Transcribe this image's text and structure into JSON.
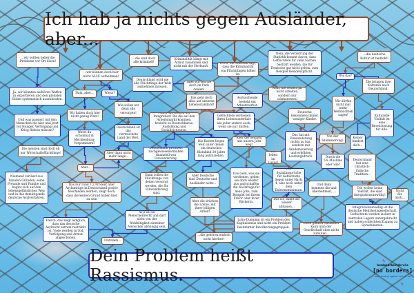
{
  "headline": "Ich hab ja nichts gegen Ausländer, aber...",
  "footline": "Dein Problem heißt Rassismus.",
  "logo": {
    "org_line1": "bundesarbeitskreis",
    "org_line2": "[no borders]",
    "url": "www.linksjugend-solid.de"
  },
  "colors": {
    "brown": "#9a4a2a",
    "blue": "#1f2fb0",
    "sky": "#5fb8e4"
  },
  "nodes": [
    {
      "kind": "b",
      "text": "...wir sollten lieber die Probleme vor Ort lösen!"
    },
    {
      "kind": "u",
      "text": "Ja, wir könnten aufhören Waffen zu exportieren und den globalen Süden systematisch auszubeuten."
    },
    {
      "kind": "u",
      "text": "Und was passiert mit den Menschen die hier und jetzt vor Hunger, Verfolgung und Krieg fliehen müssen?"
    },
    {
      "kind": "b",
      "text": "Naja, aber..."
    },
    {
      "kind": "u",
      "text": "Wieso?"
    },
    {
      "kind": "b",
      "text": "...wir können doch hier nicht ALLE aufnehmen!"
    },
    {
      "kind": "b",
      "text": "Wir haben doch hier nicht genug Platz!"
    },
    {
      "kind": "b",
      "text": "Wie sollen wir denn alle versorgen!"
    },
    {
      "kind": "u",
      "text": "Warst du schonmal in Mecklenburg-Vorpommern?"
    },
    {
      "kind": "u",
      "text": "Deutschland ist das viertreichste Land der Welt."
    },
    {
      "kind": "b",
      "text": "Die meisten sind doch eh nur Wirtschaftsflüchtlinge!"
    },
    {
      "kind": "b",
      "text": "Aber dann nicht mehr lange..."
    },
    {
      "kind": "b",
      "text": "Aber..."
    },
    {
      "kind": "u",
      "text": "Niemand verlässt aus banalen Gründen, seine Freunde und Familie und begibt sich auf den lebensgefährlichen Weg und in das demütigende deutsche Asylverfahren."
    },
    {
      "kind": "b",
      "text": "Das nur rund 1,2 Prozent aller Asylanträge in Deutschland positiv beschieden werden, zeigt doch, dass die keinen Grund haben hier zu sein"
    },
    {
      "kind": "u",
      "text": "Falsch, das zeigt lediglich, dass das deutsche Asylrecht extrem restriktiv ist. Viele werden in Tod, Verfolgung und Armut abgeschoben."
    },
    {
      "kind": "b",
      "text": "Trotzdem..."
    },
    {
      "kind": "u",
      "text": "Asyl ist ein Menschenrecht und darf nicht von der Wohltätigkeit einzelner Menschen abhängig sein."
    },
    {
      "kind": "b",
      "text": "...die sind doch alle kriminell!"
    },
    {
      "kind": "u",
      "text": "Kriminalität hängt mit Armut zusammen und nicht mit der Herkunft."
    },
    {
      "kind": "b",
      "text": "Doch, die Statistik sagt, dass die Kriminalität von Flüchtlingen höher ist."
    },
    {
      "kind": "u",
      "text": "Deutschland wird nie alle Flüchtlinge der Welt aufnehmen müssen."
    },
    {
      "kind": "b",
      "text": "Aber ich seh die doch im Park dealen!"
    },
    {
      "kind": "b",
      "text": "Das geht doch alles auf unseren Lebensstandard!"
    },
    {
      "kind": "b",
      "text": "...aber die Kosten der Integration! Bis die auf den Arbeitsmarkt kommen, braucht es Deutschkurse, Ausbildung und Sozialleistungen."
    },
    {
      "kind": "u",
      "text": "Deutschland profitiert nachgewiesenermaßen finanziell von Einwanderung."
    },
    {
      "kind": "u",
      "text": "Die Kosten liegen weit unter denen ein deutsches Kleinkind 20 Jahre lang aufzuziehen."
    },
    {
      "kind": "b",
      "text": "Dann sollen die Flüchtlinge von denen versorgt werden, die für Einwanderung sind."
    },
    {
      "kind": "b",
      "text": "Aber Deutsche sind Deutsche und Ausländer nicht..."
    },
    {
      "kind": "b",
      "text": "Aber die drücken die Löhne, mit ihrer billigen Arbeit!"
    },
    {
      "kind": "b",
      "text": "...die gehören einfach nicht hierher!"
    },
    {
      "kind": "u",
      "text": "Lohn-Dumping ist ein Problem des Kapitalismus und nicht ein Problem bestimmter Bevölkerungsgruppen."
    },
    {
      "kind": "u",
      "text": "Für Asylsuchende besteht ein Arbeitsverbot."
    },
    {
      "kind": "u",
      "text": "Geflüchtete verdienen ihren Lebensunterhalt wie jeder andere auch, wenn sie nur dürfen."
    },
    {
      "kind": "b",
      "text": "Aber die nehmen uns unsere Jobs weg!"
    },
    {
      "kind": "b",
      "text": "Die leben im Luxus!"
    },
    {
      "kind": "u",
      "text": "Das Geld, was sie verdienen, geben sie doch wieder aus und schaffen die Nachfrage für neue Jobs, zum Beispiel bei ihrem Frisör oder ihrer Bäckerin."
    },
    {
      "kind": "u",
      "text": "Die Sozialansprüche für Geflüchtete liegen unter Hartz 4, also noch unter dem Existenzminimum."
    },
    {
      "kind": "b",
      "text": "Das ist, damit die wieder abhauen..."
    },
    {
      "kind": "u",
      "text": "Nein, die Verzerrung der Statistik kommt davon, dass Geflüchtete für viele Sachen bestraft werden, die für Deutsche gar nicht gelten, zum Beispiel Residenzpflicht."
    },
    {
      "kind": "b",
      "text": "Nein, die wollen gar nicht arbeiten, sondern nur schmarotzen!"
    },
    {
      "kind": "b",
      "text": "Deutsche bekommen immer weniger Kinder."
    },
    {
      "kind": "u",
      "text": "Das hat mit Einwanderung nichts zu tun, sondern mit Akademisierung und erhöhten Leistungsdruck."
    },
    {
      "kind": "u",
      "text": "Wie das?"
    },
    {
      "kind": "b",
      "text": "...die deutsche Kultur ist bedroht!"
    },
    {
      "kind": "b",
      "text": "Die bringen ihre Kulturen nach Deutschland."
    },
    {
      "kind": "b",
      "text": "Wir dürfen nicht mal mehr Weihnachten sagen!"
    },
    {
      "kind": "u",
      "text": "Kulturelle Vielfalt ist eine Bereicherung für Alle."
    },
    {
      "kind": "b",
      "text": "Von der Islamisierung!"
    },
    {
      "kind": "u",
      "text": "Keiner hindert dich..."
    },
    {
      "kind": "u",
      "text": "Durch die 5% Muslime oder wie?"
    },
    {
      "kind": "b",
      "text": "Deutschland hat eine christlich-jüdische Tradition..."
    },
    {
      "kind": "b",
      "text": "Und dann kommen die und übernehmen, ..."
    },
    {
      "kind": "b",
      "text": "Die wollen keine Vielfalt, die sind integrationsunwillig!"
    },
    {
      "kind": "b",
      "text": "Nicht für mich..."
    },
    {
      "kind": "u",
      "text": "Integrationsunwillig ist die deutsche Mehrheitsgesellschaft. Geflüchtete werden isoliert in zentralen Lagern untergebracht und haben schlechten Zugang zu Sprachkursen."
    },
    {
      "kind": "b",
      "text": "Diese ganzen Ausländer kann man der Gesellschaft eben nicht zumuten..."
    }
  ]
}
